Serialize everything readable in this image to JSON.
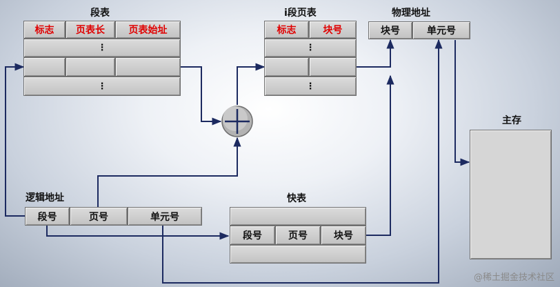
{
  "segment_table": {
    "title": "段表",
    "col1": "标志",
    "col2": "页表长",
    "col3": "页表始址",
    "dots": "⋮"
  },
  "page_table": {
    "title": "i段页表",
    "col1": "标志",
    "col2": "块号",
    "dots": "⋮"
  },
  "physical_address": {
    "title": "物理地址",
    "block": "块号",
    "unit": "单元号"
  },
  "main_memory": {
    "title": "主存"
  },
  "logical_address": {
    "title": "逻辑地址",
    "segment": "段号",
    "page": "页号",
    "unit": "单元号"
  },
  "fast_table": {
    "title": "快表",
    "segment": "段号",
    "page": "页号",
    "block": "块号"
  },
  "adder": {
    "symbol": "+"
  },
  "watermark": "@稀土掘金技术社区",
  "colors": {
    "arrow": "#1c2a60",
    "label_red": "#e00000",
    "cell": "#c8c8c8"
  }
}
